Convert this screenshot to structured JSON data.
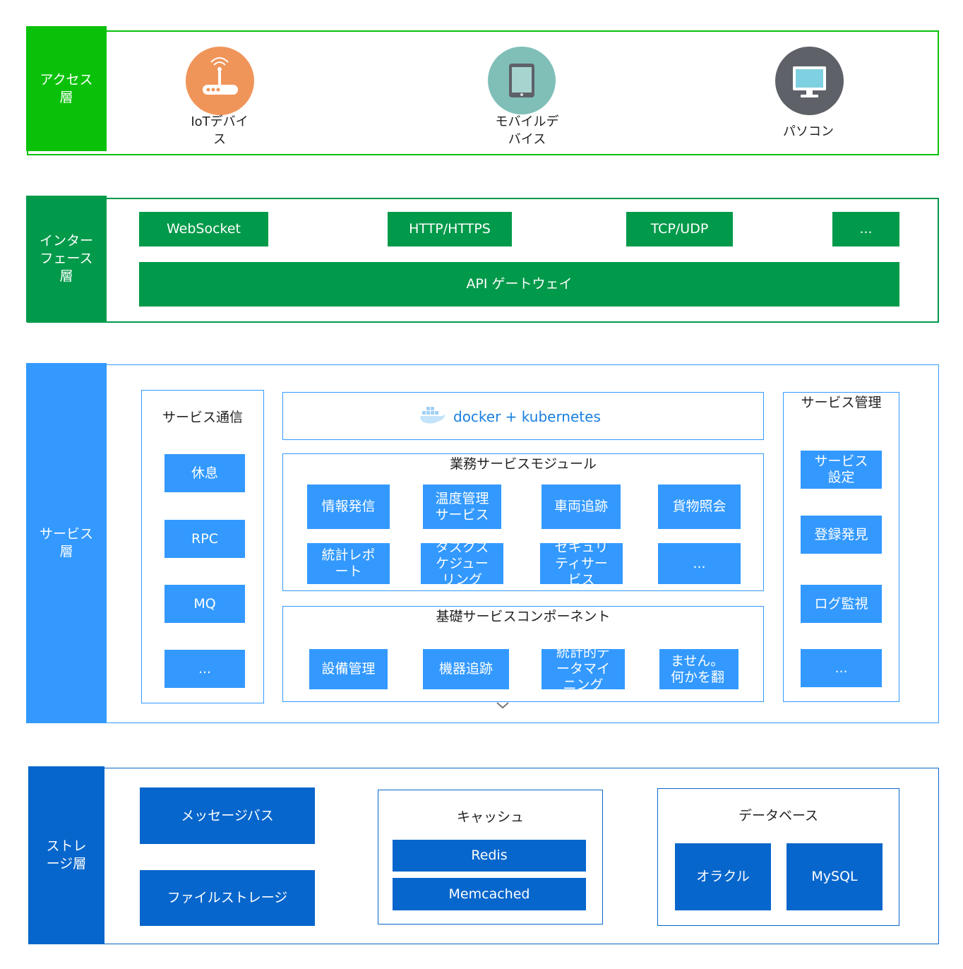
{
  "access_layer": {
    "label": "アクセス\n層",
    "devices": [
      {
        "name": "IoTデバイ\nス",
        "icon": "router-icon",
        "color": "#f0955a"
      },
      {
        "name": "モバイルデ\nバイス",
        "icon": "tablet-icon",
        "color": "#7fbfb8"
      },
      {
        "name": "パソコン",
        "icon": "monitor-icon",
        "color": "#5e6168"
      }
    ]
  },
  "interface_layer": {
    "label": "インター\nフェース\n層",
    "protocols": [
      "WebSocket",
      "HTTP/HTTPS",
      "TCP/UDP",
      "..."
    ],
    "gateway": "API ゲートウェイ"
  },
  "service_layer": {
    "label": "サービス\n層",
    "communication": {
      "title": "サービス通信",
      "items": [
        "休息",
        "RPC",
        "MQ",
        "..."
      ]
    },
    "container_banner": "docker + kubernetes",
    "business_module": {
      "title": "業務サービスモジュール",
      "items": [
        "情報発信",
        "温度管理\nサービス",
        "車両追跡",
        "貨物照会",
        "統計レポ\nート",
        "タスクス\nケジュー\nリング",
        "セキュリ\nティサー\nビス",
        "..."
      ]
    },
    "basic_component": {
      "title": "基礎サービスコンポーネント",
      "items": [
        "設備管理",
        "機器追跡",
        "統計的デ\nータマイ\nニング",
        "ません。\n何かを翻"
      ]
    },
    "management": {
      "title": "サービス管理",
      "items": [
        "サービス\n設定",
        "登録発見",
        "ログ監視",
        "..."
      ]
    }
  },
  "storage_layer": {
    "label": "ストレ\nージ層",
    "left_items": [
      "メッセージバス",
      "ファイルストレージ"
    ],
    "cache": {
      "title": "キャッシュ",
      "items": [
        "Redis",
        "Memcached"
      ]
    },
    "database": {
      "title": "データベース",
      "items": [
        "オラクル",
        "MySQL"
      ]
    }
  },
  "colors": {
    "access": "#0ac10a",
    "interface": "#019a4a",
    "service": "#3399ff",
    "storage": "#0766cc"
  }
}
